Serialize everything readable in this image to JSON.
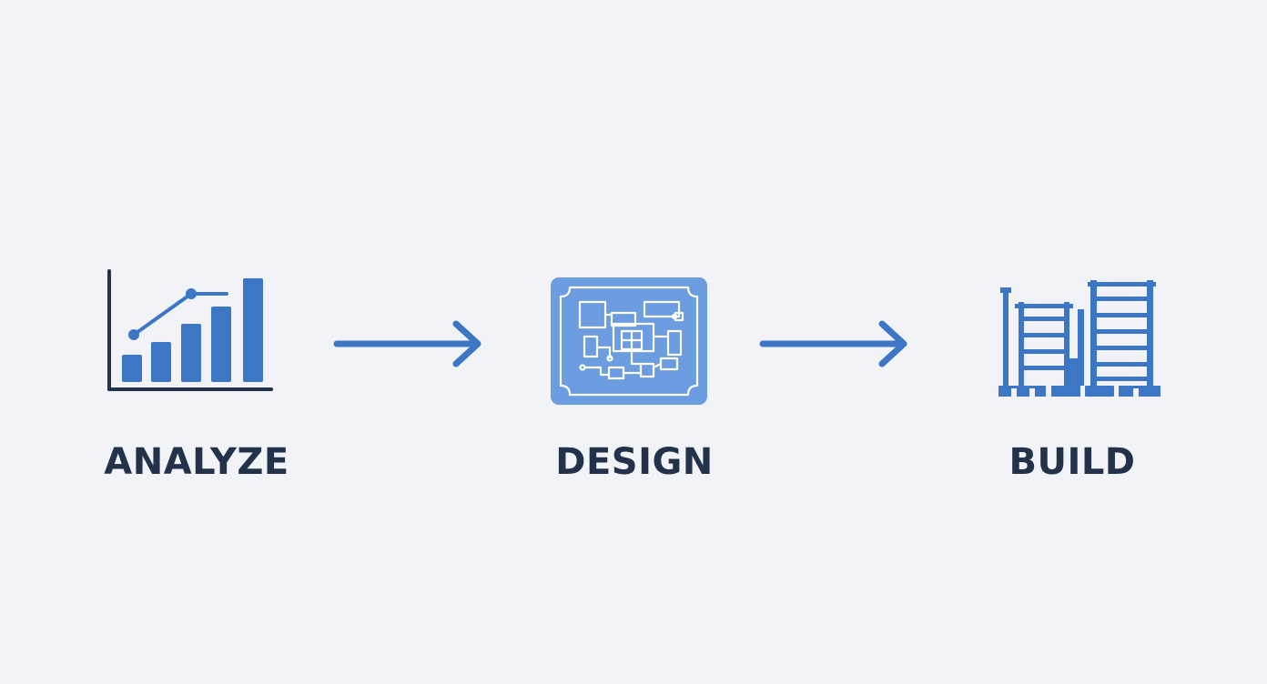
{
  "colors": {
    "background": "#f1f3f6",
    "accent": "#3d76c4",
    "accent_light": "#6b9de0",
    "label": "#22324a"
  },
  "steps": [
    {
      "label": "ANALYZE",
      "icon": "bar-chart-icon"
    },
    {
      "label": "DESIGN",
      "icon": "blueprint-icon"
    },
    {
      "label": "BUILD",
      "icon": "scaffold-icon"
    }
  ],
  "connectors": [
    {
      "from": "ANALYZE",
      "to": "DESIGN",
      "icon": "arrow-right-icon"
    },
    {
      "from": "DESIGN",
      "to": "BUILD",
      "icon": "arrow-right-icon"
    }
  ]
}
